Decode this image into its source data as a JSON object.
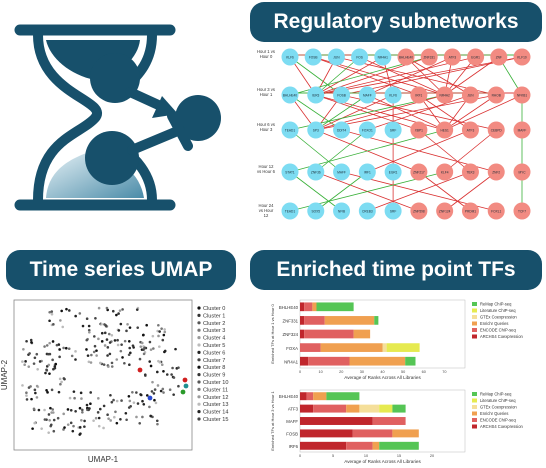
{
  "panels": {
    "network_title": "Regulatory subnetworks",
    "umap_title": "Time series UMAP",
    "tf_title": "Enriched time point TFs"
  },
  "network": {
    "rows": [
      {
        "label": "Hour 1 vs\nHour 0",
        "blue": [
          "KLF6",
          "FOSB",
          "JUN",
          "FOS",
          "NR4A1"
        ],
        "red": [
          "BHLHE40",
          "ZNF331",
          "ATF3",
          "EGR1",
          "ZNF",
          "KLF10"
        ]
      },
      {
        "label": "Hour 3 vs\nHour 1",
        "blue": [
          "BHLHE40",
          "IER3",
          "FOSB",
          "MAFF",
          "KLF6"
        ],
        "red": [
          "IRF1",
          "NR4A2",
          "JUN",
          "RHOB",
          "NFKB1"
        ]
      },
      {
        "label": "Hour 6 vs\nHour 3",
        "blue": [
          "TEAD1",
          "SP3",
          "DDIT4",
          "FOXO1",
          "SRF"
        ],
        "red": [
          "XBP1",
          "HES1",
          "ATF3",
          "CEBPD",
          "MAFF"
        ]
      },
      {
        "label": "Hour 12\nvs Hour 6",
        "blue": [
          "STAT1",
          "ZNF36",
          "MAFF",
          "IRF1",
          "EGR1"
        ],
        "red": [
          "ZNF217",
          "KLF4",
          "TBX3",
          "ZNF2",
          "MYC"
        ]
      },
      {
        "label": "Hour 24\nvs Hour\n12",
        "blue": [
          "TEAD1",
          "SOX5",
          "NFIB",
          "CREB3",
          "SRF"
        ],
        "red": [
          "ZNF598",
          "ZNF124",
          "PRDM1",
          "FOXL1",
          "TCF7"
        ]
      }
    ]
  },
  "umap": {
    "xlabel": "UMAP-1",
    "ylabel": "UMAP-2",
    "clusters": [
      "Cluster 0",
      "Cluster 1",
      "Cluster 2",
      "Cluster 3",
      "Cluster 4",
      "Cluster 5",
      "Cluster 6",
      "Cluster 7",
      "Cluster 8",
      "Cluster 9",
      "Cluster 10",
      "Cluster 11",
      "Cluster 12",
      "Cluster 13",
      "Cluster 14",
      "Cluster 15"
    ]
  },
  "chart_data": [
    {
      "type": "bar",
      "ylabel": "Enriched TFs at Hour 1 vs Hour 0",
      "xlabel": "Average of Ranks Across All Libraries",
      "xlim": [
        0,
        80
      ],
      "xticks": [
        0,
        10,
        20,
        30,
        40,
        50,
        60,
        70
      ],
      "categories": [
        "BHLHE40",
        "ZNF331",
        "ZNF324",
        "FOXA",
        "NR4A1"
      ],
      "series": [
        {
          "name": "ReMap ChIP-seq",
          "values": [
            18,
            2,
            0,
            0,
            5
          ]
        },
        {
          "name": "Literature ChIP-seq",
          "values": [
            0,
            0,
            0,
            16,
            0
          ]
        },
        {
          "name": "GTEx Coexpression",
          "values": [
            0,
            0,
            0,
            2,
            0
          ]
        },
        {
          "name": "Enrichr Queries",
          "values": [
            2,
            24,
            8,
            30,
            27
          ]
        },
        {
          "name": "ENCODE ChIP-seq",
          "values": [
            4,
            10,
            24,
            10,
            20
          ]
        },
        {
          "name": "ARCHS4 Coexpression",
          "values": [
            2,
            2,
            2,
            0,
            4
          ]
        }
      ]
    },
    {
      "type": "bar",
      "ylabel": "Enriched TFs at Hour 3 vs Hour 1",
      "xlabel": "Average of Ranks Across All Libraries",
      "xlim": [
        0,
        25
      ],
      "xticks": [
        0,
        5,
        10,
        15,
        20
      ],
      "categories": [
        "BHLHE40",
        "ATF3",
        "MAFF",
        "FOSB",
        "IRF6"
      ],
      "series": [
        {
          "name": "ReMap ChIP-seq",
          "values": [
            5,
            2,
            0,
            0,
            6
          ]
        },
        {
          "name": "Literature ChIP-seq",
          "values": [
            0,
            2,
            0,
            0,
            0
          ]
        },
        {
          "name": "GTEx Coexpression",
          "values": [
            0,
            3,
            0,
            0,
            0
          ]
        },
        {
          "name": "Enrichr Queries",
          "values": [
            2,
            2,
            0,
            4,
            1
          ]
        },
        {
          "name": "ENCODE ChIP-seq",
          "values": [
            1,
            5,
            5,
            6,
            4
          ]
        },
        {
          "name": "ARCHS4 Coexpression",
          "values": [
            1,
            2,
            11,
            8,
            7
          ]
        }
      ]
    }
  ],
  "colors": {
    "banner": "#17506b",
    "node_blue": "#7ddcf2",
    "node_red": "#f28b82",
    "edge_red": "#d93030",
    "edge_green": "#38b038",
    "icon": "#17506b"
  }
}
